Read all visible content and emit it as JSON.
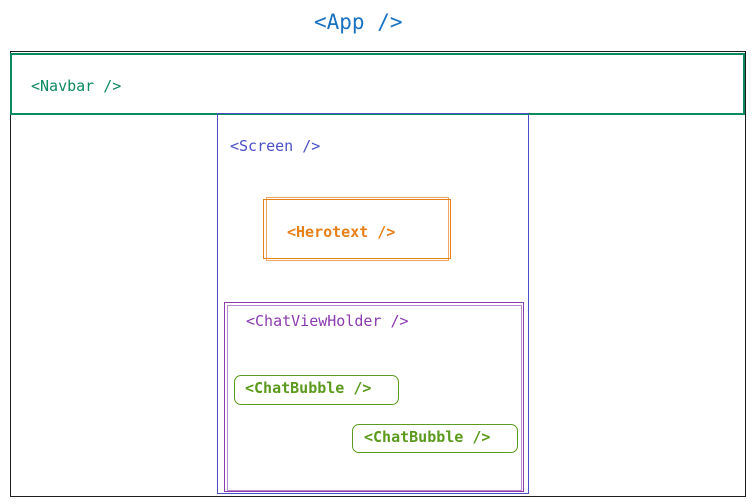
{
  "colors": {
    "app": "#1971c2",
    "navbar": "#0c8a5f",
    "screen": "#4a4fc7",
    "herotext": "#e8801a",
    "chatviewholder": "#8c3bb0",
    "chatbubble": "#5c9a1e",
    "frame": "#1e1e1e"
  },
  "diagram": {
    "app": {
      "label": "<App />"
    },
    "navbar": {
      "label": "<Navbar />"
    },
    "screen": {
      "label": "<Screen />"
    },
    "herotext": {
      "label": "<Herotext />"
    },
    "chatviewholder": {
      "label": "<ChatViewHolder />"
    },
    "chatbubbles": [
      {
        "label": "<ChatBubble />"
      },
      {
        "label": "<ChatBubble />"
      }
    ]
  }
}
